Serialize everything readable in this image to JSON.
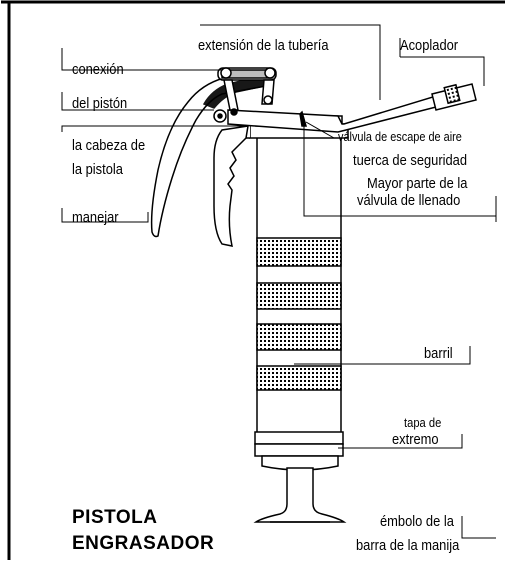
{
  "title": {
    "line1": "PISTOLA",
    "line2": "ENGRASADOR"
  },
  "labels": {
    "extension": "extensión de la tubería",
    "acoplador": "Acoplador",
    "conexion": "conexión",
    "piston": "del pistón",
    "cabeza_1": "la cabeza de",
    "cabeza_2": "la pistola",
    "manejar": "manejar",
    "valvula_escape": "válvula de escape de aire",
    "tuerca": "tuerca de seguridad",
    "mayor_1": "Mayor parte de la",
    "mayor_2": "válvula de llenado",
    "barril": "barril",
    "tapa_1": "tapa de",
    "tapa_2": "extremo",
    "embolo_1": "émbolo de la",
    "embolo_2": "barra de la manija"
  },
  "colors": {
    "ink": "#000000",
    "paper": "#ffffff"
  }
}
